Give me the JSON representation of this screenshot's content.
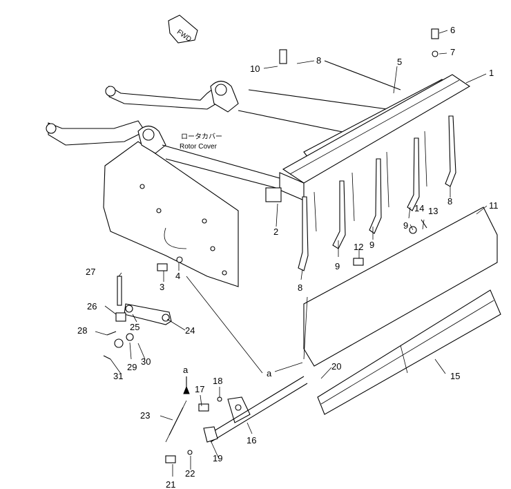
{
  "diagram": {
    "direction_badge": "FWD",
    "rotor_cover_caption_jp": "ロータカバー",
    "rotor_cover_caption_en": "Rotor Cover",
    "callouts": {
      "c1": "1",
      "c2": "2",
      "c3": "3",
      "c4": "4",
      "c5": "5",
      "c6": "6",
      "c7": "7",
      "c8a": "8",
      "c8b": "8",
      "c8c": "8",
      "c9a": "9",
      "c9b": "9",
      "c9c": "9",
      "c10": "10",
      "c11": "11",
      "c12": "12",
      "c13": "13",
      "c14": "14",
      "c15": "15",
      "c16": "16",
      "c17": "17",
      "c18": "18",
      "c19": "19",
      "c20": "20",
      "c21": "21",
      "c22": "22",
      "c23": "23",
      "c24": "24",
      "c25": "25",
      "c26": "26",
      "c27": "27",
      "c28": "28",
      "c29": "29",
      "c30": "30",
      "c31": "31",
      "ca1": "a",
      "ca2": "a"
    }
  }
}
